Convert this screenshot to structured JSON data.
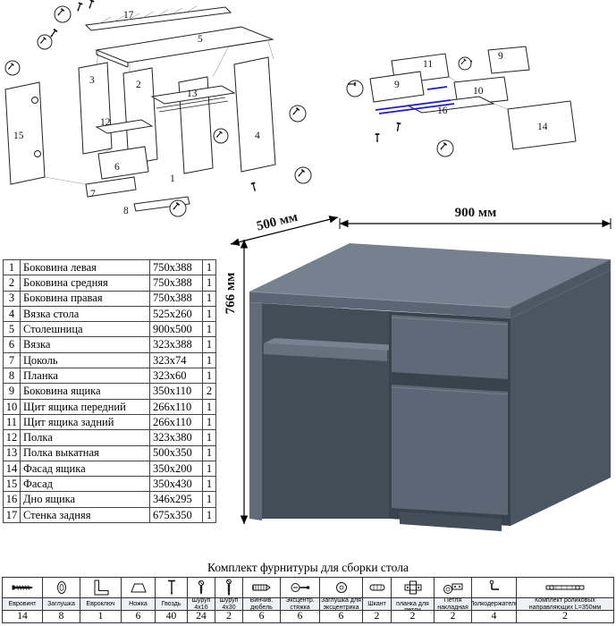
{
  "dimensions": {
    "width_label": "900 мм",
    "depth_label": "500 мм",
    "height_label": "766 мм"
  },
  "parts_table": {
    "rows": [
      {
        "num": "1",
        "name": "Боковина левая",
        "size": "750x388",
        "qty": "1"
      },
      {
        "num": "2",
        "name": "Боковина средняя",
        "size": "750x388",
        "qty": "1"
      },
      {
        "num": "3",
        "name": "Боковина правая",
        "size": "750x388",
        "qty": "1"
      },
      {
        "num": "4",
        "name": "Вязка стола",
        "size": "525x260",
        "qty": "1"
      },
      {
        "num": "5",
        "name": "Столешница",
        "size": "900x500",
        "qty": "1"
      },
      {
        "num": "6",
        "name": "Вязка",
        "size": "323x388",
        "qty": "1"
      },
      {
        "num": "7",
        "name": "Цоколь",
        "size": "323x74",
        "qty": "1"
      },
      {
        "num": "8",
        "name": "Планка",
        "size": "323x60",
        "qty": "1"
      },
      {
        "num": "9",
        "name": "Боковина ящика",
        "size": "350x110",
        "qty": "2"
      },
      {
        "num": "10",
        "name": "Щит ящика передний",
        "size": "266x110",
        "qty": "1"
      },
      {
        "num": "11",
        "name": "Щит ящика задний",
        "size": "266x110",
        "qty": "1"
      },
      {
        "num": "12",
        "name": "Полка",
        "size": "323x380",
        "qty": "1"
      },
      {
        "num": "13",
        "name": "Полка выкатная",
        "size": "500x350",
        "qty": "1"
      },
      {
        "num": "14",
        "name": "Фасад ящика",
        "size": "350x200",
        "qty": "1"
      },
      {
        "num": "15",
        "name": "Фасад",
        "size": "350x430",
        "qty": "1"
      },
      {
        "num": "16",
        "name": "Дно ящика",
        "size": "346x295",
        "qty": "1"
      },
      {
        "num": "17",
        "name": "Стенка задняя",
        "size": "675x350",
        "qty": "1"
      }
    ]
  },
  "hardware": {
    "title": "Комплект фурнитуры для сборки стола",
    "items": [
      {
        "label": "Евровинт",
        "qty": "14",
        "icon": "confirmat-screw-icon"
      },
      {
        "label": "Заглушка",
        "qty": "8",
        "icon": "cap-icon"
      },
      {
        "label": "Евроключ",
        "qty": "1",
        "icon": "hex-key-icon"
      },
      {
        "label": "Ножка",
        "qty": "6",
        "icon": "foot-icon"
      },
      {
        "label": "Гвоздь",
        "qty": "40",
        "icon": "nail-icon"
      },
      {
        "label": "Шуруп 4x16",
        "qty": "24",
        "icon": "screw-short-icon"
      },
      {
        "label": "Шуруп 4x30",
        "qty": "2",
        "icon": "screw-long-icon"
      },
      {
        "label": "Винчив. дюбель",
        "qty": "6",
        "icon": "screw-dowel-icon"
      },
      {
        "label": "Эксцентр. стяжка",
        "qty": "6",
        "icon": "cam-lock-icon"
      },
      {
        "label": "Заглушка для эксцентрика",
        "qty": "6",
        "icon": "cam-cap-icon"
      },
      {
        "label": "Шкант",
        "qty": "2",
        "icon": "wood-dowel-icon"
      },
      {
        "label": "Ответная планка для петли",
        "qty": "2",
        "icon": "hinge-plate-icon"
      },
      {
        "label": "Петля накладная",
        "qty": "2",
        "icon": "hinge-icon"
      },
      {
        "label": "Полкодержатель",
        "qty": "4",
        "icon": "shelf-support-icon"
      },
      {
        "label": "Комплект роликовых направляющих L=350мм",
        "qty": "2",
        "icon": "drawer-slide-icon"
      }
    ]
  },
  "diagram_left": {
    "callouts": [
      "17",
      "5",
      "3",
      "2",
      "13",
      "12",
      "15",
      "6",
      "7",
      "1",
      "4",
      "8"
    ]
  },
  "diagram_right": {
    "callouts": [
      "11",
      "9",
      "9",
      "10",
      "16",
      "14"
    ]
  }
}
